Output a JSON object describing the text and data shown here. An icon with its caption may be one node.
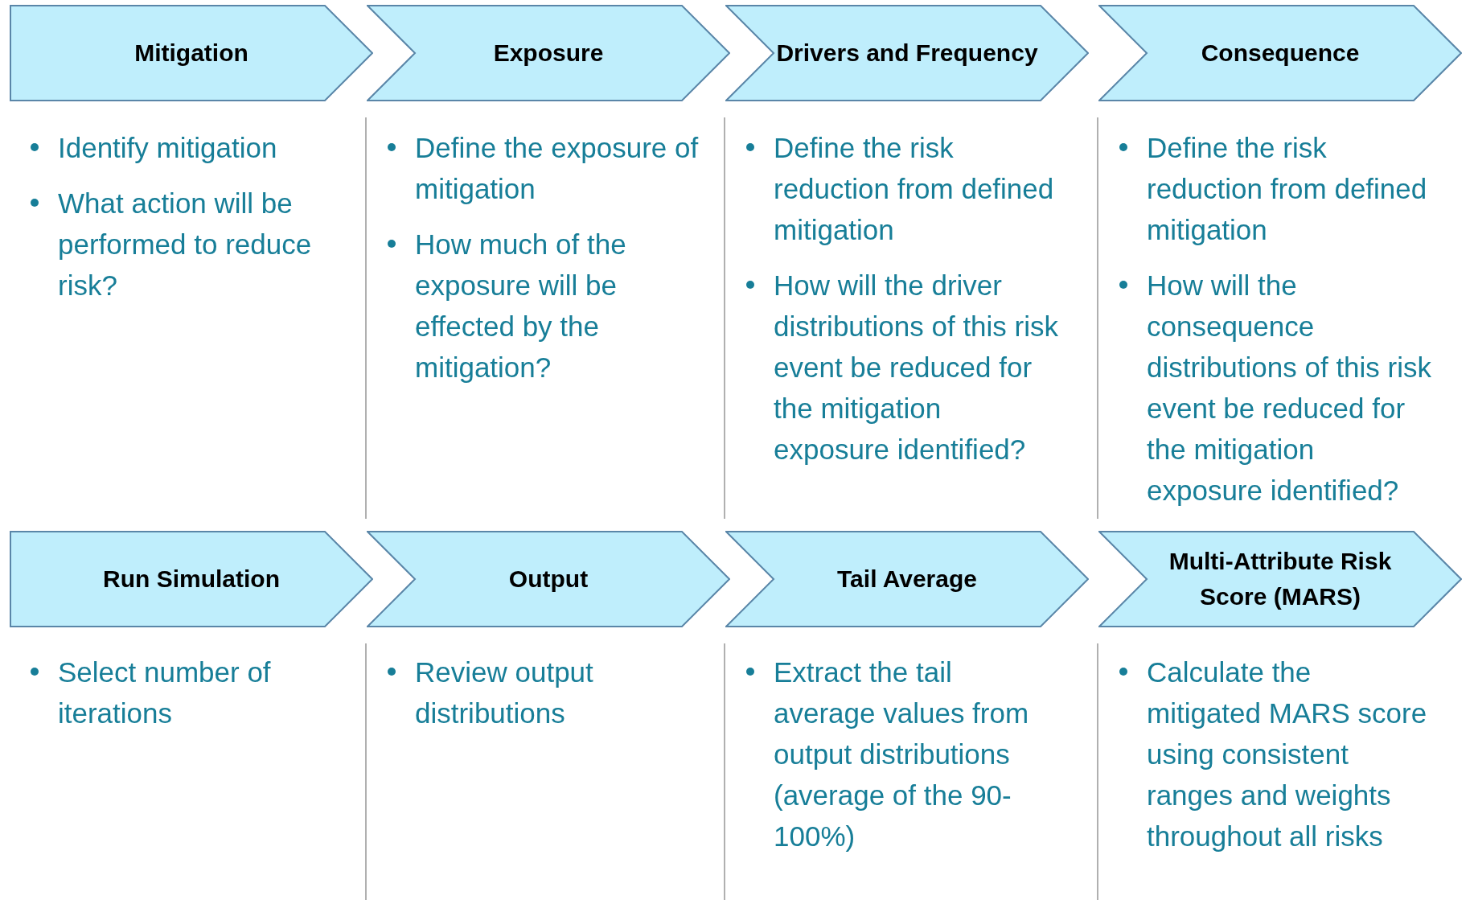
{
  "diagram": {
    "nodes": [
      {
        "text": [
          "Mitigation"
        ],
        "beside": [
          "Identify mitigation",
          "What action will be performed to reduce risk?"
        ]
      },
      {
        "text": [
          "Exposure"
        ],
        "beside": [
          "Define the exposure of mitigation",
          "How much of the exposure will be effected by the mitigation?"
        ]
      },
      {
        "text": [
          "Drivers and Frequency"
        ],
        "beside": [
          "Define the risk reduction from defined mitigation",
          "How will the driver distributions of this risk event be reduced for the mitigation exposure identified?"
        ]
      },
      {
        "text": [
          "Consequence"
        ],
        "beside": [
          "Define the risk reduction from defined mitigation",
          "How will the consequence distributions of this risk event be reduced for the mitigation exposure identified?"
        ]
      },
      {
        "text": [
          "Run Simulation"
        ],
        "beside": [
          "Select number of iterations"
        ]
      },
      {
        "text": [
          "Output"
        ],
        "beside": [
          "Review output distributions"
        ]
      },
      {
        "text": [
          "Tail Average"
        ],
        "beside": [
          "Extract the tail average values from output distributions (average of the 90-100%)"
        ]
      },
      {
        "text": [
          "Multi-Attribute Risk Score (MARS)"
        ],
        "beside": [
          "Calculate the mitigated MARS score using consistent ranges and weights throughout all risks"
        ]
      }
    ]
  }
}
